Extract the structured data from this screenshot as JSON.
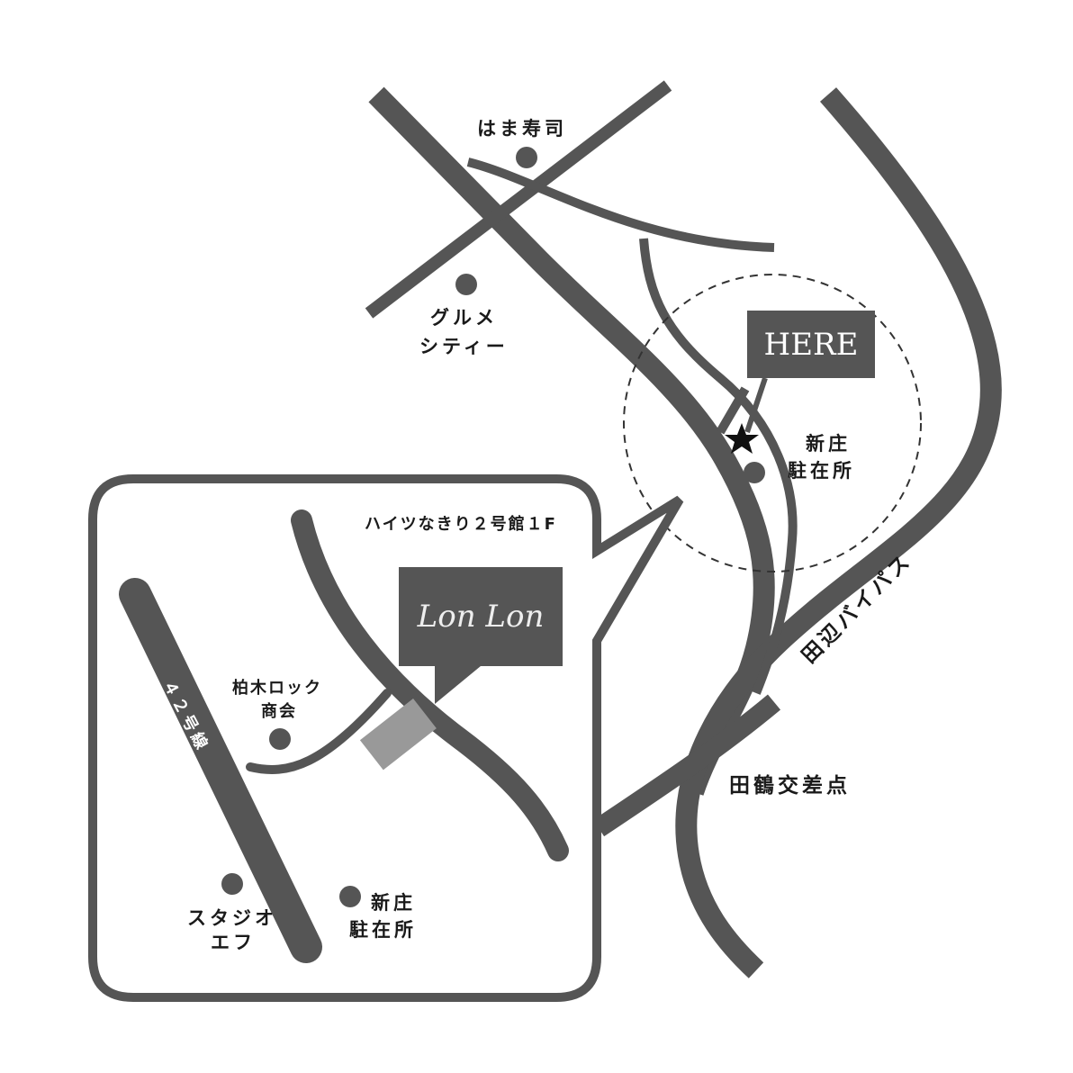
{
  "colors": {
    "road": "#555555",
    "building": "#999999",
    "text": "#1a1a1a"
  },
  "landmarks": {
    "hama_sushi": "はま寿司",
    "gourmet_city_1": "グルメ",
    "gourmet_city_2": "シティー",
    "shinjo_police_1": "新庄",
    "shinjo_police_2": "駐在所",
    "here": "HERE",
    "tanabe_bypass": "田辺バイパス",
    "tazuru_intersection": "田鶴交差点"
  },
  "inset": {
    "building": "ハイツなきり２号館１F",
    "logo": "Lon Lon",
    "route42": "４２号線",
    "kashiwagi_1": "柏木ロック",
    "kashiwagi_2": "商会",
    "studio_1": "スタジオ",
    "studio_2": "エフ",
    "police_1": "新庄",
    "police_2": "駐在所"
  }
}
